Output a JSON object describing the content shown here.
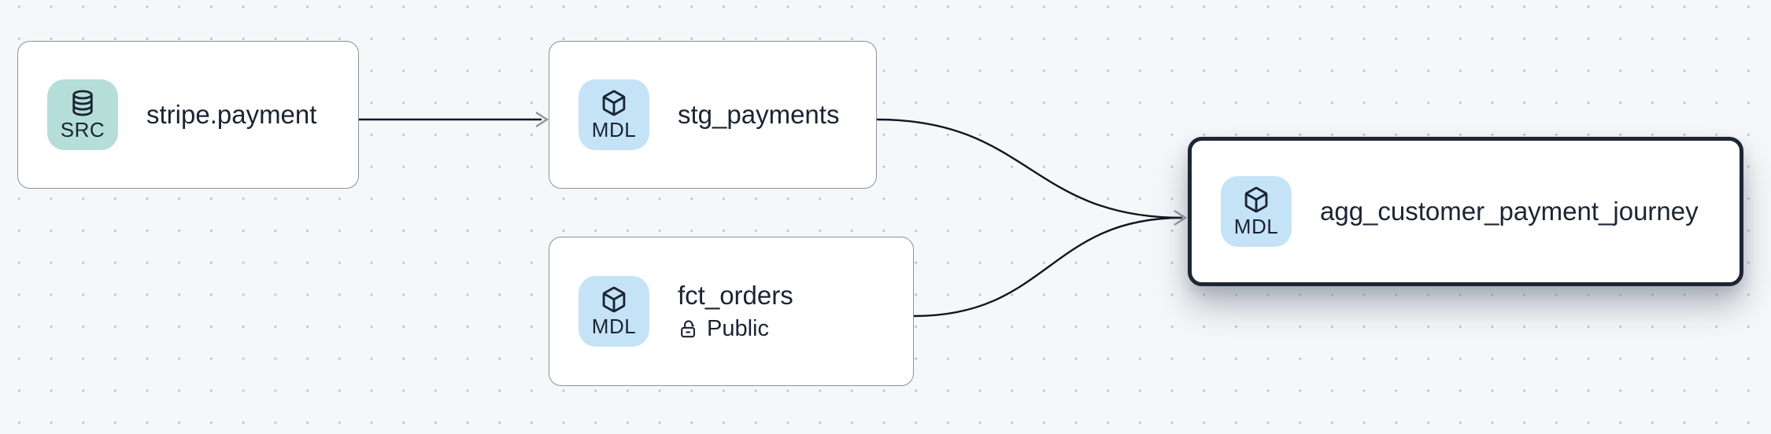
{
  "canvas": {
    "background_color": "#f6f7f9",
    "dot_color": "#bfc3ca"
  },
  "colors": {
    "node_background": "#ffffff",
    "node_border": "#8a919c",
    "selected_node_border": "#1d2633",
    "text": "#1b2433",
    "edge": "#101622",
    "arrowhead": "#8e939d",
    "source_badge_background": "#b5ded9",
    "model_badge_background": "#c5e3f7"
  },
  "nodes": [
    {
      "id": "stripe.payment",
      "type": "source",
      "badge_label": "SRC",
      "badge_color": "#b5ded9",
      "icon": "database-icon",
      "title": "stripe.payment",
      "selected": false
    },
    {
      "id": "stg_payments",
      "type": "model",
      "badge_label": "MDL",
      "badge_color": "#c5e3f7",
      "icon": "cube-icon",
      "title": "stg_payments",
      "selected": false
    },
    {
      "id": "fct_orders",
      "type": "model",
      "badge_label": "MDL",
      "badge_color": "#c5e3f7",
      "icon": "cube-icon",
      "title": "fct_orders",
      "subtitle": "Public",
      "subtitle_icon": "lock-open-icon",
      "selected": false
    },
    {
      "id": "agg_customer_payment_journey",
      "type": "model",
      "badge_label": "MDL",
      "badge_color": "#c5e3f7",
      "icon": "cube-icon",
      "title": "agg_customer_payment_journey",
      "selected": true
    }
  ],
  "edges": [
    {
      "from": "stripe.payment",
      "to": "stg_payments"
    },
    {
      "from": "stg_payments",
      "to": "agg_customer_payment_journey"
    },
    {
      "from": "fct_orders",
      "to": "agg_customer_payment_journey"
    }
  ]
}
